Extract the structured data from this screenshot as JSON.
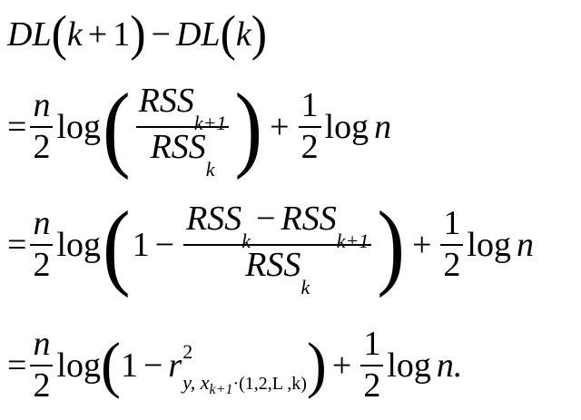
{
  "equation": {
    "line1": {
      "lhs_a": "DL",
      "lhs_arg_a": "k",
      "plus": "+",
      "one": "1",
      "minus": "−",
      "lhs_b": "DL",
      "lhs_arg_b": "k"
    },
    "line2": {
      "eq": "=",
      "frac_n": "n",
      "frac_2": "2",
      "log": "log",
      "rss": "RSS",
      "sub_k1": "k+1",
      "sub_k": "k",
      "plus": "+",
      "half_num": "1",
      "half_den": "2",
      "log_n": "log",
      "n": "n"
    },
    "line3": {
      "eq": "=",
      "frac_n": "n",
      "frac_2": "2",
      "log": "log",
      "one": "1",
      "minus": "−",
      "rss": "RSS",
      "sub_k": "k",
      "minus2": "−",
      "sub_k1": "k+1",
      "plus": "+",
      "half_num": "1",
      "half_den": "2",
      "log_n": "log",
      "n": "n"
    },
    "line4": {
      "eq": "=",
      "frac_n": "n",
      "frac_2": "2",
      "log": "log",
      "one": "1",
      "minus": "−",
      "r": "r",
      "sup2": "2",
      "sub_main": "y, x",
      "sub_x": "k+1",
      "sub_rest": "·(1,2,L ,k)",
      "plus": "+",
      "half_num": "1",
      "half_den": "2",
      "log_n": "log",
      "n_end": "n."
    }
  }
}
